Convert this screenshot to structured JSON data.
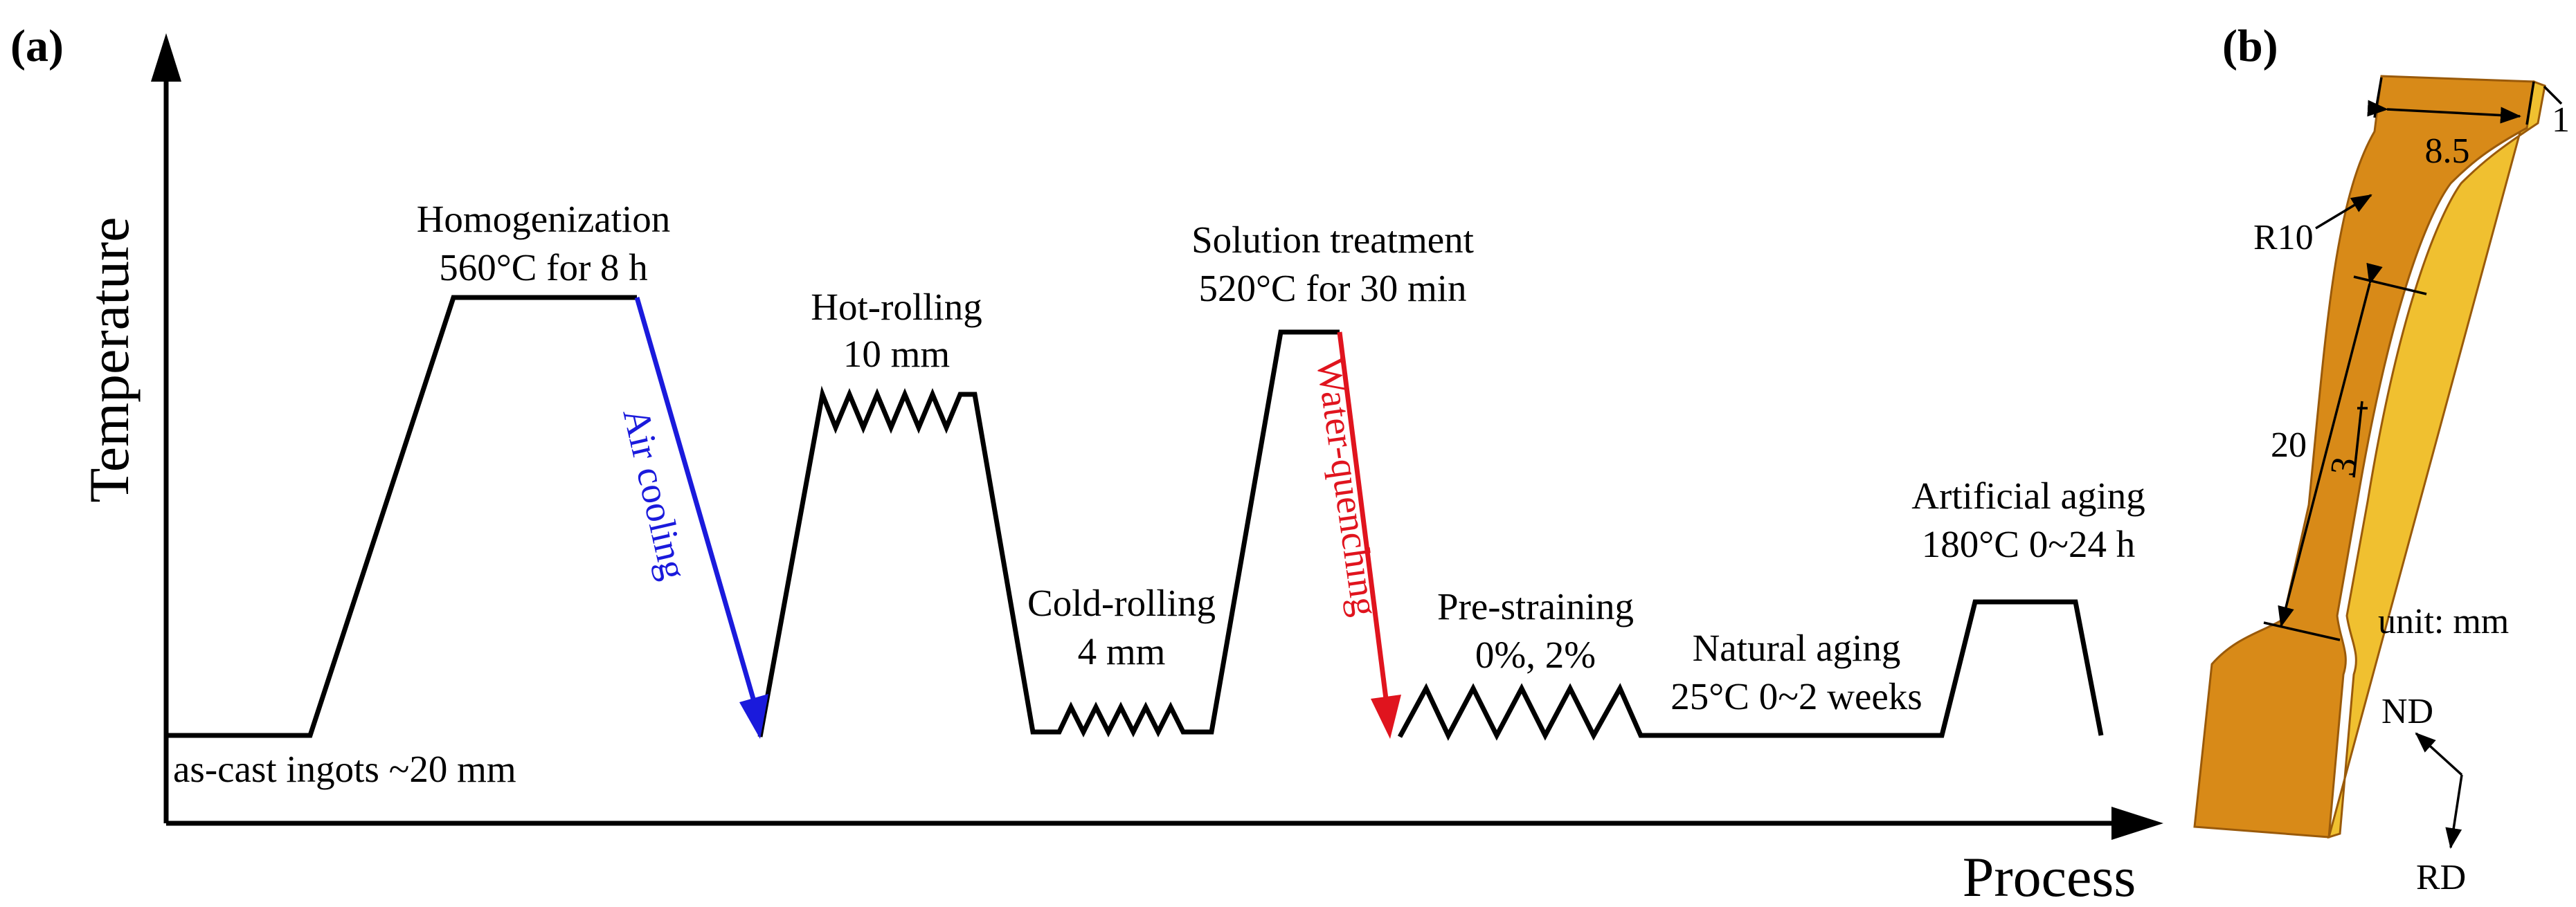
{
  "panel_a": {
    "panel_label": "(a)",
    "y_axis_label": "Temperature",
    "x_axis_label": "Process",
    "steps": {
      "as_cast": "as-cast ingots ~20 mm",
      "homogenization_title": "Homogenization",
      "homogenization_detail": "560°C for 8 h",
      "air_cooling": "Air cooling",
      "hot_rolling_title": "Hot-rolling",
      "hot_rolling_detail": "10 mm",
      "cold_rolling_title": "Cold-rolling",
      "cold_rolling_detail": "4 mm",
      "solution_title": "Solution treatment",
      "solution_detail": "520°C for 30 min",
      "water_quenching": "Water-quenching",
      "prestraining_title": "Pre-straining",
      "prestraining_detail": "0%, 2%",
      "natural_aging_title": "Natural aging",
      "natural_aging_detail": "25°C 0~2 weeks",
      "artificial_aging_title": "Artificial aging",
      "artificial_aging_detail": "180°C 0~24 h"
    },
    "colors": {
      "air_cooling": "#1a1adc",
      "water_quenching": "#e0141e",
      "line": "#000000"
    }
  },
  "panel_b": {
    "panel_label": "(b)",
    "dimensions": {
      "grip_width": "8.5",
      "thickness": "1",
      "radius": "R10",
      "gauge_length": "20",
      "gauge_width": "3"
    },
    "unit_note": "unit: mm",
    "directions": {
      "normal": "ND",
      "rolling": "RD"
    },
    "colors": {
      "specimen_face": "#d88a18",
      "specimen_edge": "#f0c030",
      "specimen_outline": "#9a5a0a"
    }
  }
}
